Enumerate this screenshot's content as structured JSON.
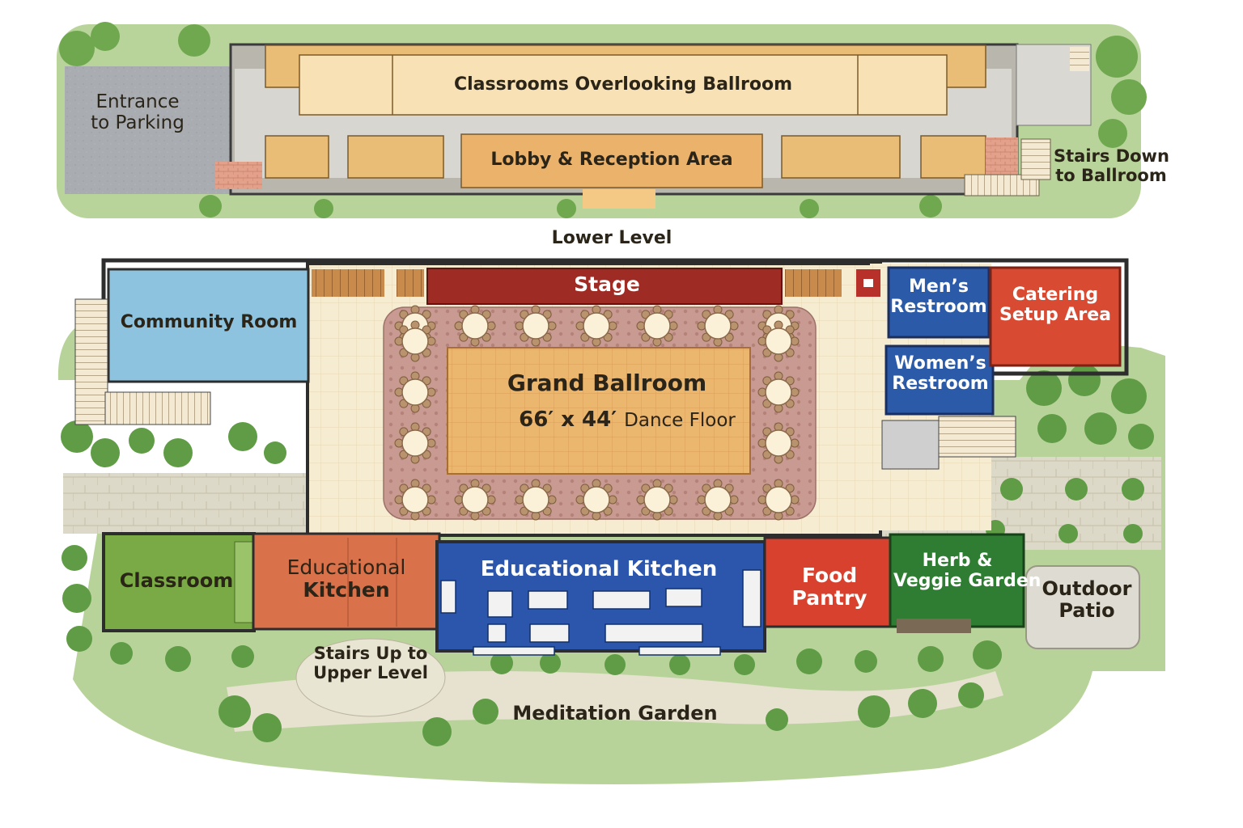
{
  "upper_level": {
    "classrooms_label": "Classrooms Overlooking Ballroom",
    "lobby_label": "Lobby & Reception Area",
    "entrance_line1": "Entrance",
    "entrance_line2": "to Parking",
    "stairs_down_line1": "Stairs Down",
    "stairs_down_line2": "to Ballroom"
  },
  "lower_level": {
    "title": "Lower Level",
    "stage": "Stage",
    "community_room": "Community Room",
    "mens_line1": "Men’s",
    "mens_line2": "Restroom",
    "womens_line1": "Women’s",
    "womens_line2": "Restroom",
    "catering_line1": "Catering",
    "catering_line2": "Setup Area",
    "ballroom_title": "Grand Ballroom",
    "dance_floor_size": "66′ x 44′",
    "dance_floor_label": "Dance Floor",
    "classroom": "Classroom",
    "edu_kitchen_small_line1": "Educational",
    "edu_kitchen_small_line2": "Kitchen",
    "edu_kitchen_large": "Educational Kitchen",
    "food_pantry_line1": "Food",
    "food_pantry_line2": "Pantry",
    "herb_line1": "Herb &",
    "herb_line2": "Veggie Garden",
    "outdoor_patio_line1": "Outdoor",
    "outdoor_patio_line2": "Patio",
    "stairs_up_line1": "Stairs Up to",
    "stairs_up_line2": "Upper Level",
    "meditation_garden": "Meditation Garden"
  },
  "colors": {
    "community_room": "#8ec3df",
    "stage": "#9e2b24",
    "restrooms": "#2a5aa8",
    "catering": "#d94a32",
    "classroom": "#7aaa45",
    "edu_kitchen_small": "#d9714a",
    "edu_kitchen_large": "#2b56ac",
    "food_pantry": "#d8412e",
    "herb_garden": "#2f7d32",
    "dance_floor": "#e9b46e",
    "upper_rooms": "#efbf74",
    "landscape": "#9cc27a"
  }
}
